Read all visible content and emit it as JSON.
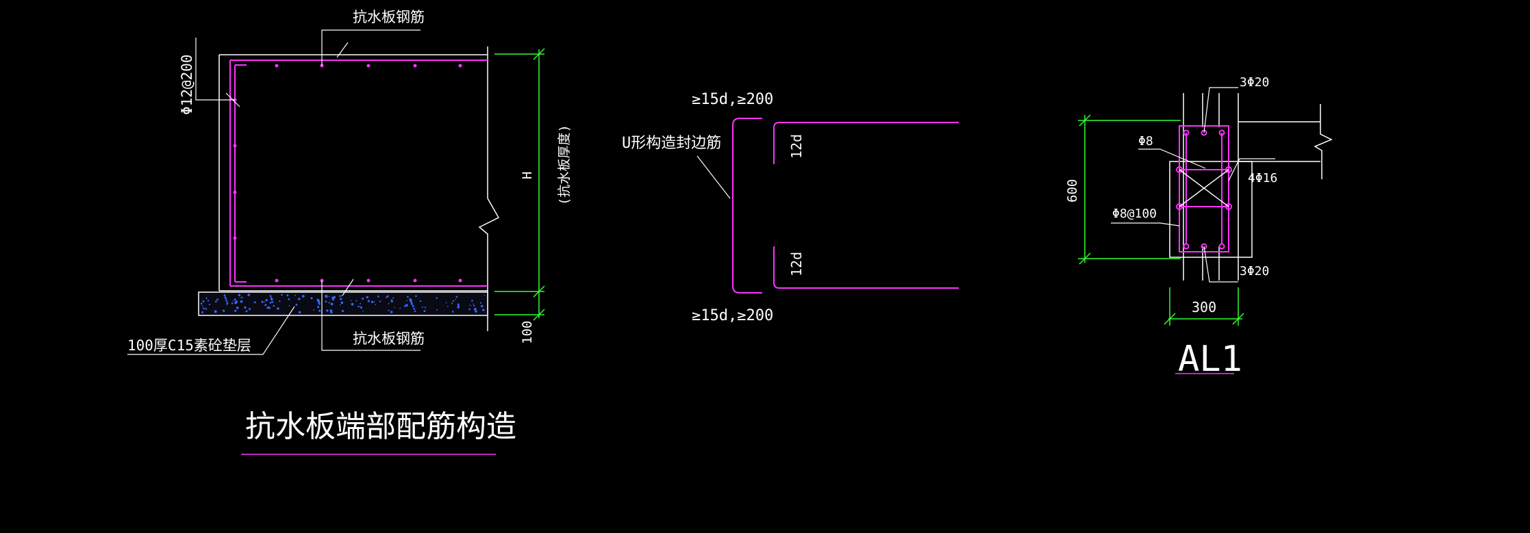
{
  "colors": {
    "background": "#000000",
    "line": "#ffffff",
    "rebar": "#ff33ff",
    "dimension": "#33ff33",
    "hatch": "#3366ff"
  },
  "left_detail": {
    "top_rebar_label": "抗水板钢筋",
    "bottom_rebar_label": "抗水板钢筋",
    "side_rebar_label": "Φ12@200",
    "cushion_label": "100厚C15素砼垫层",
    "dim_H": "H",
    "dim_H_note": "(抗水板厚度)",
    "dim_100": "100",
    "title": "抗水板端部配筋构造"
  },
  "middle_detail": {
    "top_anchor": "≥15d,≥200",
    "bottom_anchor": "≥15d,≥200",
    "u_bar_label": "U形构造封边筋",
    "lap_top": "12d",
    "lap_bottom": "12d"
  },
  "right_detail": {
    "top_bars": "3Φ20",
    "bottom_bars": "3Φ20",
    "side_bars": "4Φ16",
    "tie_label": "Φ8",
    "stirrup_label": "Φ8@100",
    "height_dim": "600",
    "width_dim": "300",
    "title": "AL1"
  }
}
